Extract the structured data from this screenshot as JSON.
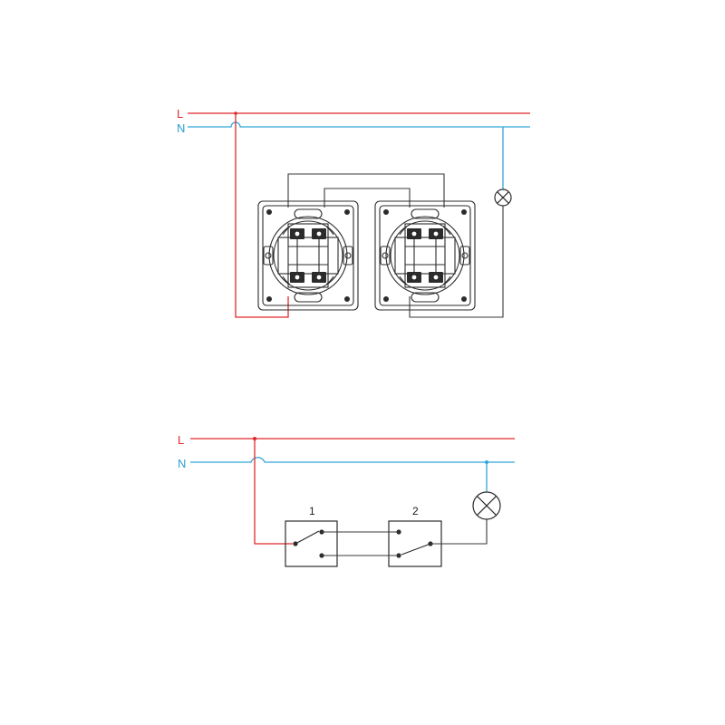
{
  "top": {
    "line_label": "L",
    "neutral_label": "N"
  },
  "bottom": {
    "line_label": "L",
    "neutral_label": "N",
    "switch_1_label": "1",
    "switch_2_label": "2"
  },
  "colors": {
    "line": "#e0282a",
    "neutral": "#31a6d8",
    "wire": "#3a3a3a"
  }
}
